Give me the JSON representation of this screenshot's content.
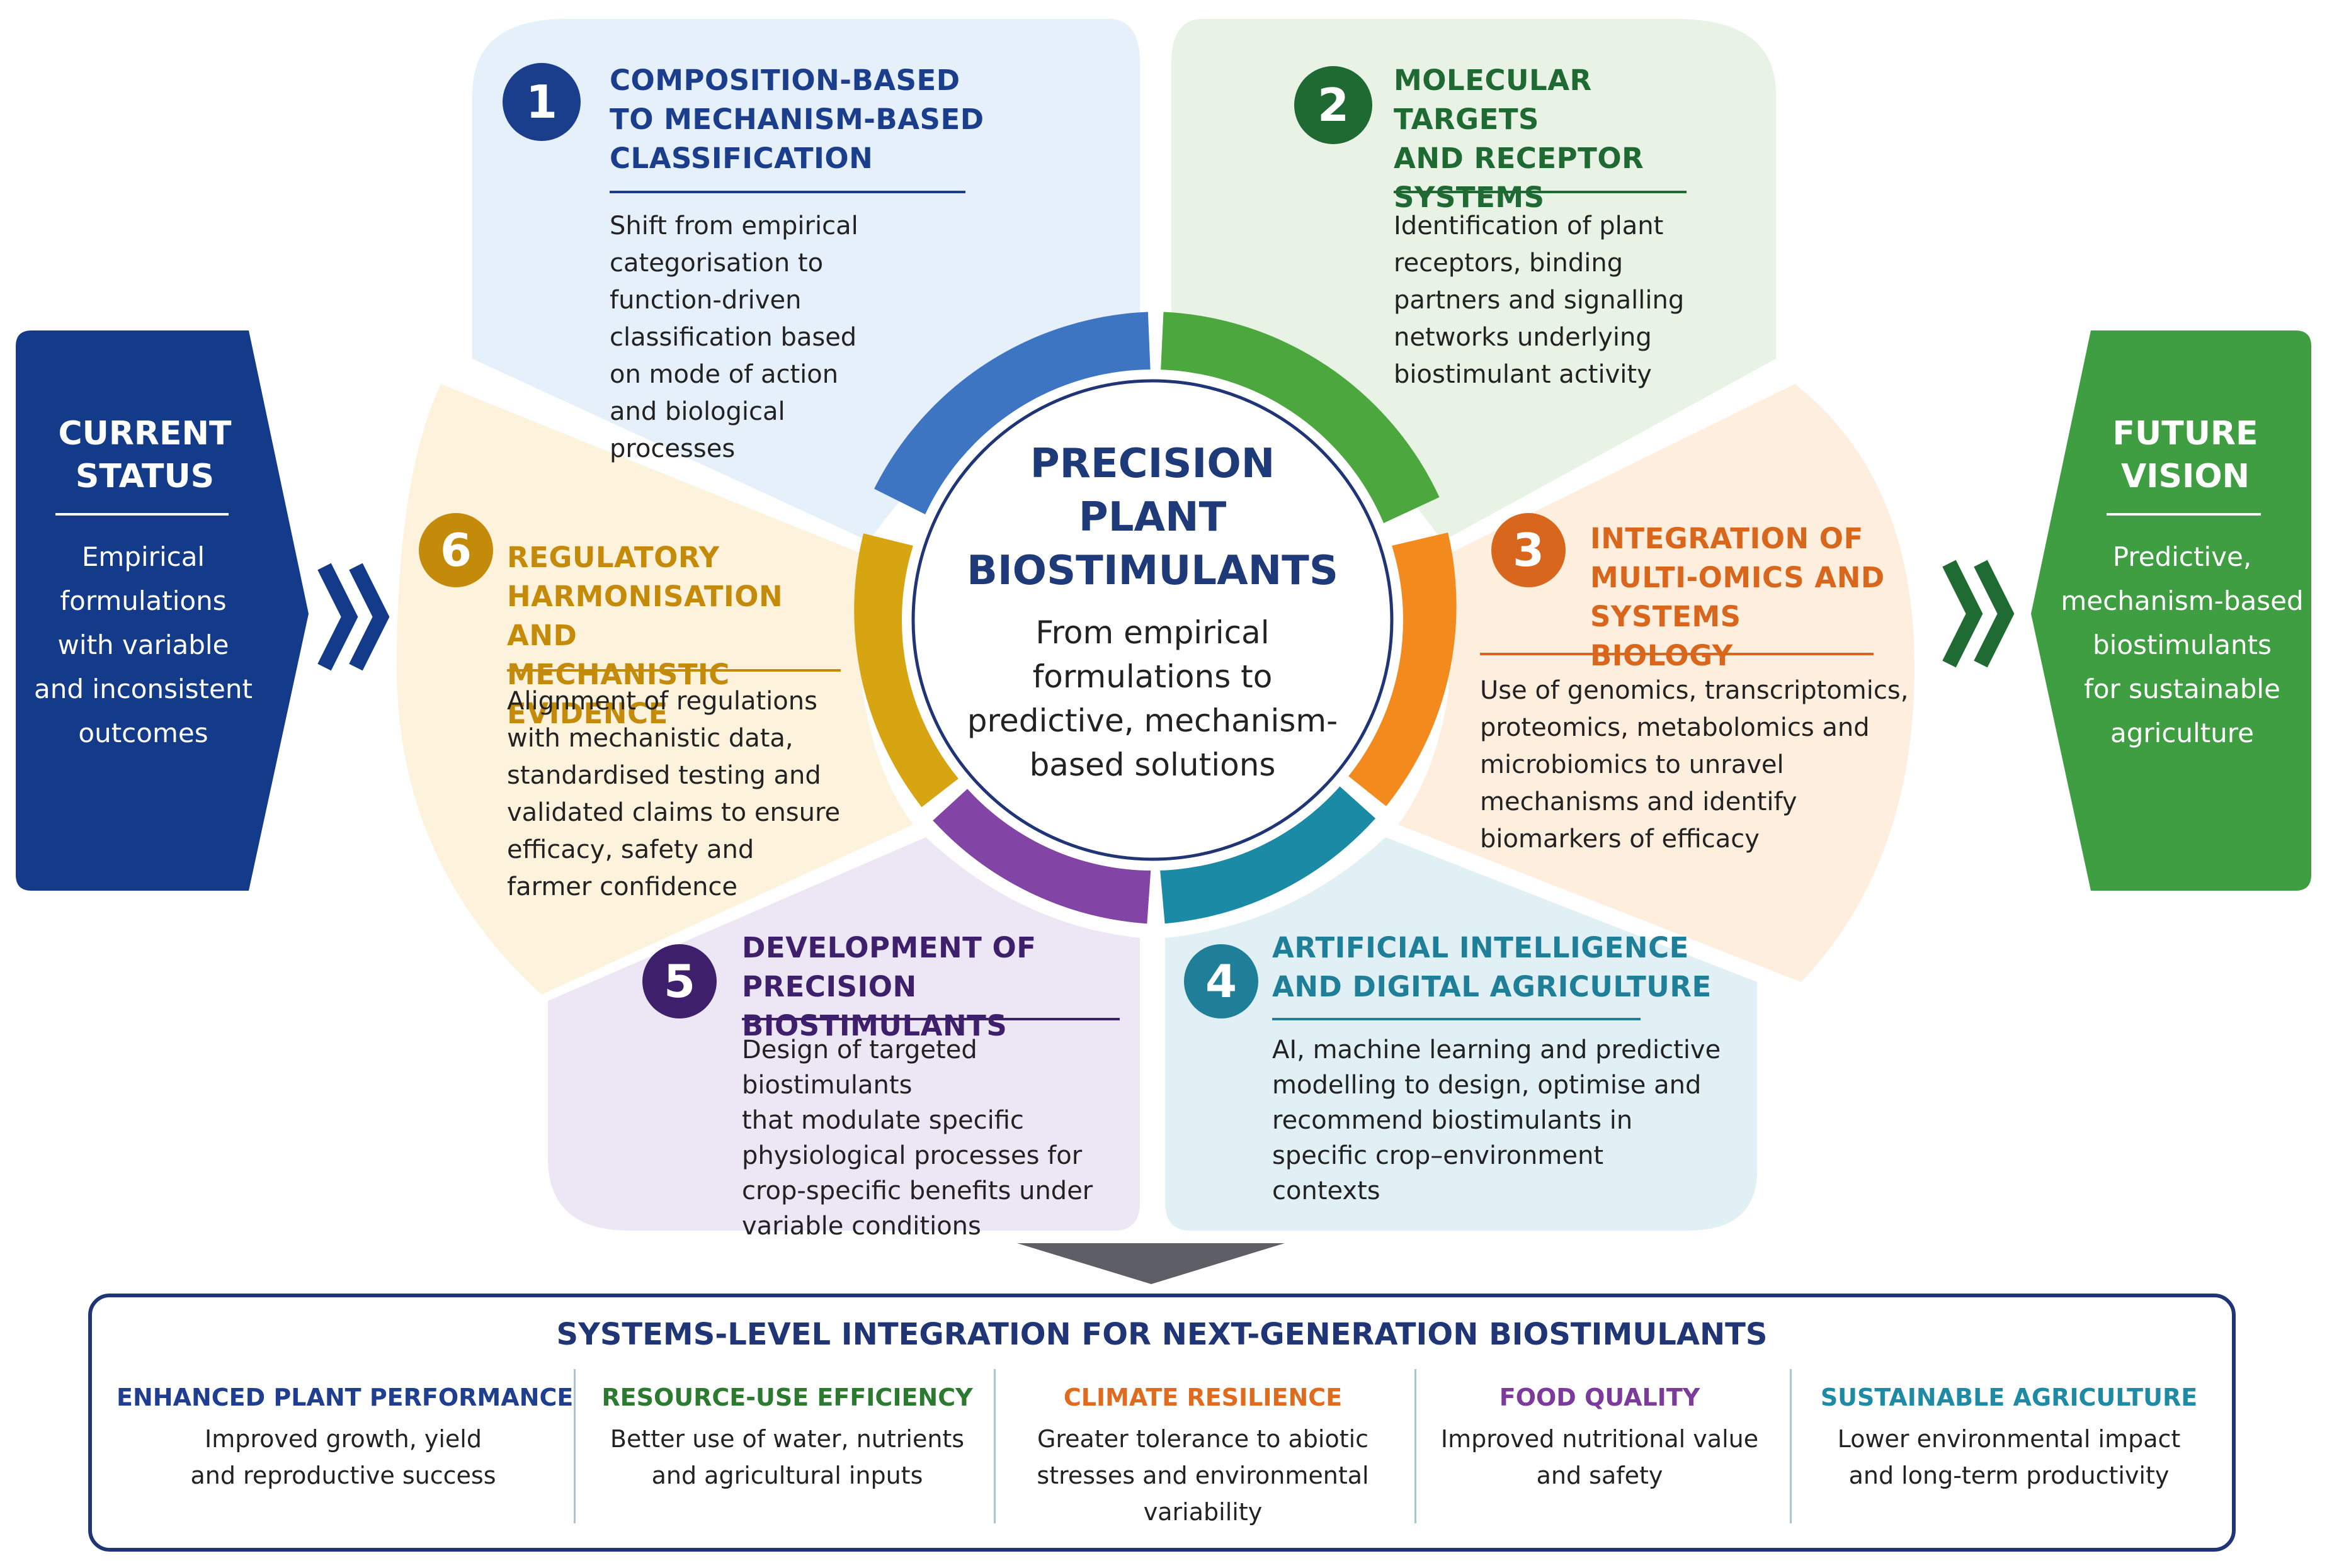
{
  "center": {
    "title_lines": [
      "PRECISION",
      "PLANT",
      "BIOSTIMULANTS"
    ],
    "subtitle_lines": [
      "From empirical",
      "formulations to",
      "predictive, mechanism-",
      "based solutions"
    ]
  },
  "current_status": {
    "title_lines": [
      "CURRENT",
      "STATUS"
    ],
    "body_lines": [
      "Empirical",
      "formulations",
      "with variable",
      "and inconsistent",
      "outcomes"
    ],
    "color": "#143b8a",
    "arrow_color": "#143b8a"
  },
  "future_vision": {
    "title_lines": [
      "FUTURE",
      "VISION"
    ],
    "body_lines": [
      "Predictive,",
      "mechanism-based",
      "biostimulants",
      "for sustainable",
      "agriculture"
    ],
    "color": "#3f9e42",
    "arrow_color": "#1f6b33"
  },
  "sections": [
    {
      "number": "1",
      "title_lines": [
        "COMPOSITION-BASED",
        "TO MECHANISM-BASED",
        "CLASSIFICATION"
      ],
      "body_lines": [
        "Shift from empirical",
        "categorisation to",
        "function-driven",
        "classification based",
        "on mode of action",
        "and biological",
        "processes"
      ],
      "color": "#1a3d8c",
      "ring_color": "#3e75c2",
      "bg_color": "#e6f0fa"
    },
    {
      "number": "2",
      "title_lines": [
        "MOLECULAR TARGETS",
        "AND RECEPTOR",
        "SYSTEMS"
      ],
      "body_lines": [
        "Identification of plant",
        "receptors, binding",
        "partners and signalling",
        "networks underlying",
        "biostimulant activity"
      ],
      "color": "#1f6a32",
      "ring_color": "#4da73f",
      "bg_color": "#e8f3e6"
    },
    {
      "number": "3",
      "title_lines": [
        "INTEGRATION OF",
        "MULTI-OMICS AND",
        "SYSTEMS BIOLOGY"
      ],
      "body_lines": [
        "Use of genomics, transcriptomics,",
        "proteomics, metabolomics and",
        "microbiomics to unravel",
        "mechanisms and identify",
        "biomarkers of efficacy"
      ],
      "color": "#d8661c",
      "ring_color": "#f28a1d",
      "bg_color": "#fdeedd"
    },
    {
      "number": "4",
      "title_lines": [
        "ARTIFICIAL INTELLIGENCE",
        "AND DIGITAL AGRICULTURE"
      ],
      "body_lines": [
        "AI, machine learning and predictive",
        "modelling to design, optimise and",
        "recommend biostimulants in",
        "specific crop–environment",
        "contexts"
      ],
      "color": "#1f7f98",
      "ring_color": "#1b8aa4",
      "bg_color": "#e1f0f5"
    },
    {
      "number": "5",
      "title_lines": [
        "DEVELOPMENT OF",
        "PRECISION BIOSTIMULANTS"
      ],
      "body_lines": [
        "Design of targeted biostimulants",
        "that modulate specific",
        "physiological processes for",
        "crop-specific benefits under",
        "variable conditions"
      ],
      "color": "#3e1f6b",
      "ring_color": "#8245a6",
      "bg_color": "#ede7f5"
    },
    {
      "number": "6",
      "title_lines": [
        "REGULATORY",
        "HARMONISATION AND",
        "MECHANISTIC EVIDENCE"
      ],
      "body_lines": [
        "Alignment of regulations",
        "with mechanistic data,",
        "standardised testing and",
        "validated claims to ensure",
        "efficacy, safety and",
        "farmer confidence"
      ],
      "color": "#c48a0a",
      "ring_color": "#d7a512",
      "bg_color": "#fdf3dd"
    }
  ],
  "bottom": {
    "title": "SYSTEMS-LEVEL INTEGRATION FOR NEXT-GENERATION BIOSTIMULANTS",
    "columns": [
      {
        "heading": "ENHANCED PLANT PERFORMANCE",
        "body_lines": [
          "Improved growth, yield",
          "and reproductive success"
        ],
        "color": "#1f3e8f"
      },
      {
        "heading": "RESOURCE-USE EFFICIENCY",
        "body_lines": [
          "Better use of water, nutrients",
          "and agricultural inputs"
        ],
        "color": "#2c7a2f"
      },
      {
        "heading": "CLIMATE RESILIENCE",
        "body_lines": [
          "Greater tolerance to abiotic",
          "stresses and environmental",
          "variability"
        ],
        "color": "#e06b1f"
      },
      {
        "heading": "FOOD QUALITY",
        "body_lines": [
          "Improved nutritional value",
          "and safety"
        ],
        "color": "#7b3a9c"
      },
      {
        "heading": "SUSTAINABLE AGRICULTURE",
        "body_lines": [
          "Lower environmental impact",
          "and long-term productivity"
        ],
        "color": "#1f8aa4"
      }
    ]
  }
}
